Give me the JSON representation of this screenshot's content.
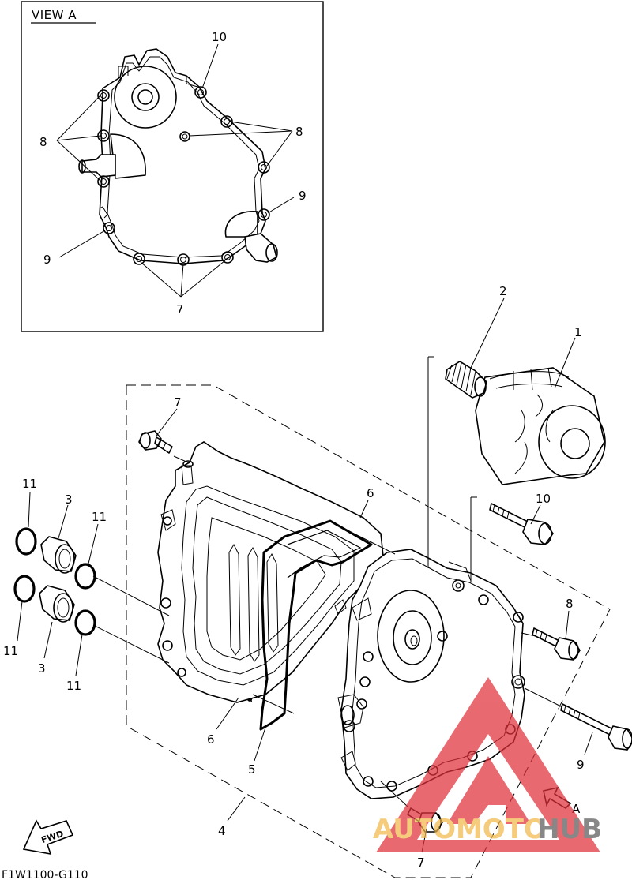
{
  "view_box": {
    "title": "VIEW A"
  },
  "view_callouts": [
    {
      "id": "v10",
      "text": "10"
    },
    {
      "id": "v8l",
      "text": "8"
    },
    {
      "id": "v8r",
      "text": "8"
    },
    {
      "id": "v9r",
      "text": "9"
    },
    {
      "id": "v9l",
      "text": "9"
    },
    {
      "id": "v7",
      "text": "7"
    }
  ],
  "callouts": [
    {
      "id": "c1",
      "text": "1"
    },
    {
      "id": "c2",
      "text": "2"
    },
    {
      "id": "c7t",
      "text": "7"
    },
    {
      "id": "c6t",
      "text": "6"
    },
    {
      "id": "c10",
      "text": "10"
    },
    {
      "id": "c11a",
      "text": "11"
    },
    {
      "id": "c3a",
      "text": "3"
    },
    {
      "id": "c11b",
      "text": "11"
    },
    {
      "id": "c8",
      "text": "8"
    },
    {
      "id": "c11c",
      "text": "11"
    },
    {
      "id": "c3b",
      "text": "3"
    },
    {
      "id": "c11d",
      "text": "11"
    },
    {
      "id": "c6b",
      "text": "6"
    },
    {
      "id": "c9",
      "text": "9"
    },
    {
      "id": "c5",
      "text": "5"
    },
    {
      "id": "c4",
      "text": "4"
    },
    {
      "id": "cA",
      "text": "A"
    },
    {
      "id": "c7b",
      "text": "7"
    }
  ],
  "fwd_label": "FWD",
  "diagram_code": "F1W1100-G110",
  "watermark": {
    "part1": "AUTOMOTO",
    "part2": "HUB",
    "color1": "#f2b84b",
    "color2": "#5a5a5a",
    "triangle_color": "#e0303a"
  }
}
